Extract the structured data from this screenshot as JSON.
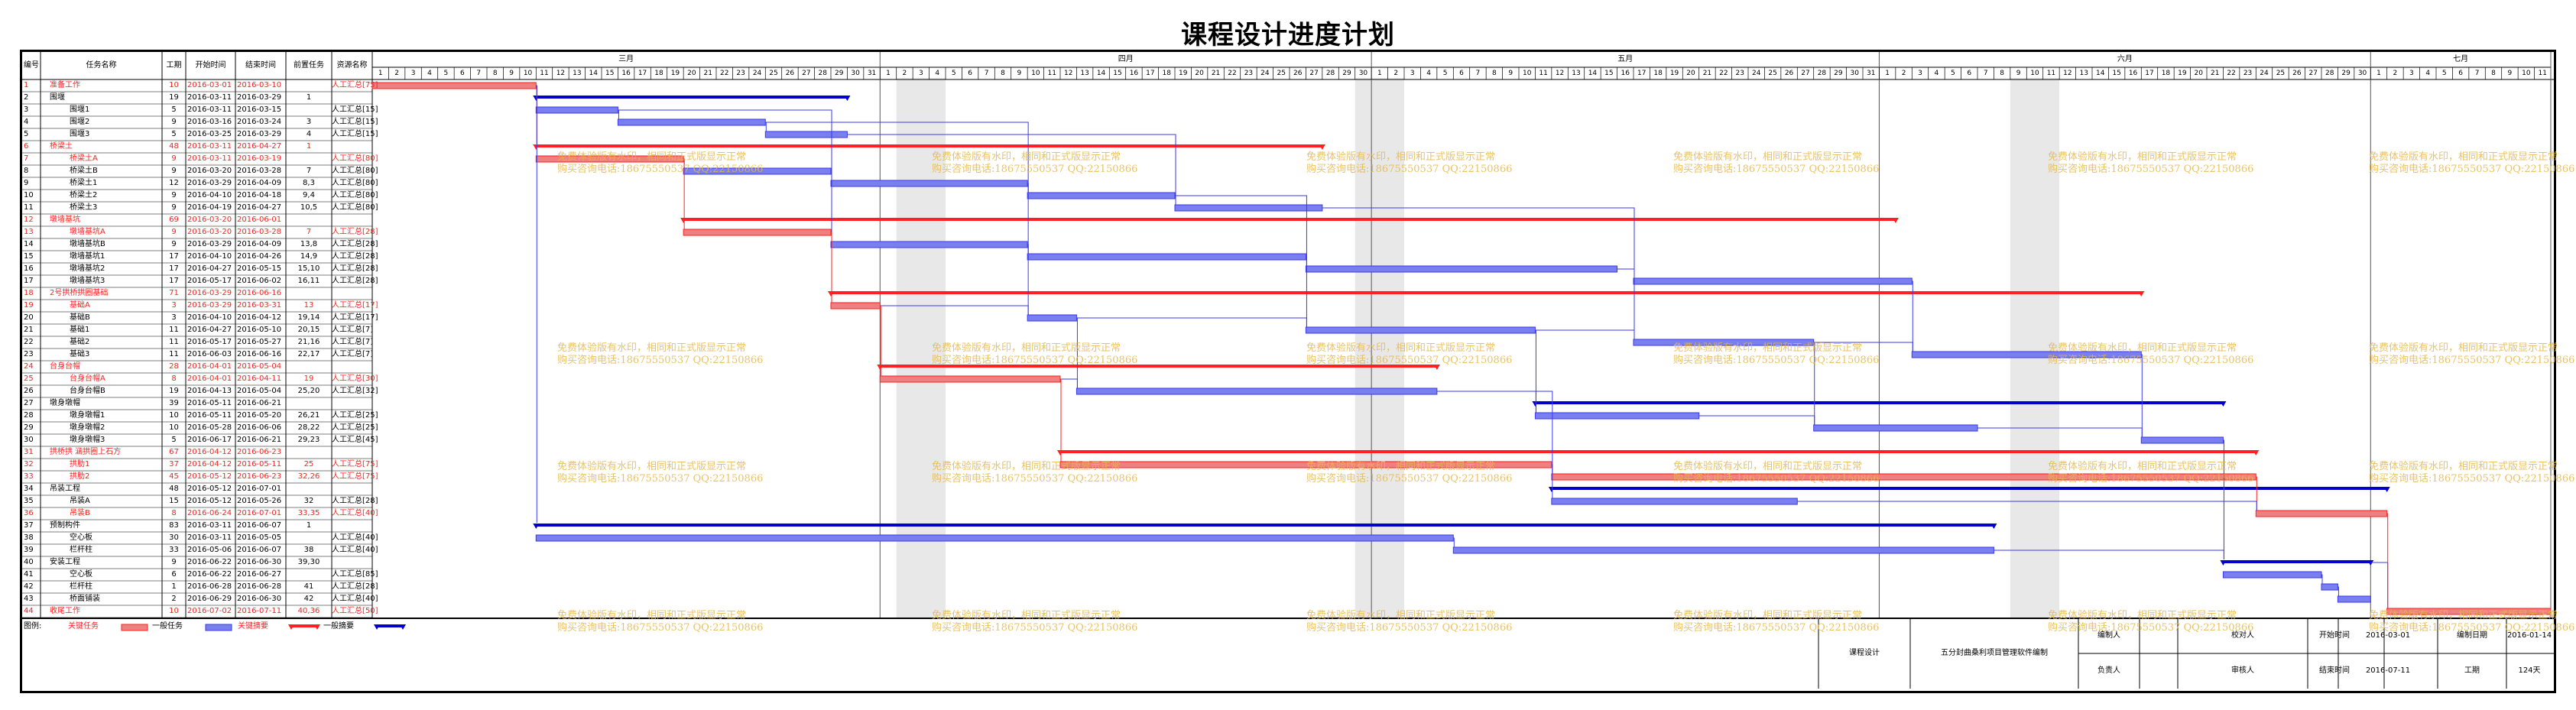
{
  "title": "课程设计进度计划",
  "columns": [
    "编号",
    "任务名称",
    "工期",
    "开始时间",
    "结束时间",
    "前置任务",
    "资源名称"
  ],
  "months": [
    {
      "label": "三月",
      "days": 31
    },
    {
      "label": "四月",
      "days": 30
    },
    {
      "label": "五月",
      "days": 31
    },
    {
      "label": "六月",
      "days": 30
    },
    {
      "label": "七月",
      "days": 11
    }
  ],
  "chart_start": "2016-03-01",
  "weekend_shades": [
    [
      "2016-04-02",
      "2016-04-04"
    ],
    [
      "2016-04-30",
      "2016-05-02"
    ],
    [
      "2016-06-09",
      "2016-06-11"
    ]
  ],
  "rows": [
    {
      "id": "1",
      "name": "准备工作",
      "indent": 0,
      "dur": "10",
      "start": "2016-03-01",
      "end": "2016-03-10",
      "pred": "",
      "res": "人工汇总[75]",
      "red": true,
      "kind": "crit"
    },
    {
      "id": "2",
      "name": "围堰",
      "indent": 0,
      "dur": "19",
      "start": "2016-03-11",
      "end": "2016-03-29",
      "pred": "1",
      "res": "",
      "red": false,
      "kind": "sum"
    },
    {
      "id": "3",
      "name": "围堰1",
      "indent": 1,
      "dur": "5",
      "start": "2016-03-11",
      "end": "2016-03-15",
      "pred": "",
      "res": "人工汇总[15]",
      "red": false,
      "kind": "task"
    },
    {
      "id": "4",
      "name": "围堰2",
      "indent": 1,
      "dur": "9",
      "start": "2016-03-16",
      "end": "2016-03-24",
      "pred": "3",
      "res": "人工汇总[15]",
      "red": false,
      "kind": "task"
    },
    {
      "id": "5",
      "name": "围堰3",
      "indent": 1,
      "dur": "5",
      "start": "2016-03-25",
      "end": "2016-03-29",
      "pred": "4",
      "res": "人工汇总[15]",
      "red": false,
      "kind": "task"
    },
    {
      "id": "6",
      "name": "桥梁土",
      "indent": 0,
      "dur": "48",
      "start": "2016-03-11",
      "end": "2016-04-27",
      "pred": "1",
      "res": "",
      "red": true,
      "kind": "critsum"
    },
    {
      "id": "7",
      "name": "桥梁土A",
      "indent": 1,
      "dur": "9",
      "start": "2016-03-11",
      "end": "2016-03-19",
      "pred": "",
      "res": "人工汇总[80]",
      "red": true,
      "kind": "crit"
    },
    {
      "id": "8",
      "name": "桥梁土B",
      "indent": 1,
      "dur": "9",
      "start": "2016-03-20",
      "end": "2016-03-28",
      "pred": "7",
      "res": "人工汇总[80]",
      "red": false,
      "kind": "task"
    },
    {
      "id": "9",
      "name": "桥梁土1",
      "indent": 1,
      "dur": "12",
      "start": "2016-03-29",
      "end": "2016-04-09",
      "pred": "8,3",
      "res": "人工汇总[80]",
      "red": false,
      "kind": "task"
    },
    {
      "id": "10",
      "name": "桥梁土2",
      "indent": 1,
      "dur": "9",
      "start": "2016-04-10",
      "end": "2016-04-18",
      "pred": "9,4",
      "res": "人工汇总[80]",
      "red": false,
      "kind": "task"
    },
    {
      "id": "11",
      "name": "桥梁土3",
      "indent": 1,
      "dur": "9",
      "start": "2016-04-19",
      "end": "2016-04-27",
      "pred": "10,5",
      "res": "人工汇总[80]",
      "red": false,
      "kind": "task"
    },
    {
      "id": "12",
      "name": "墩墙基坑",
      "indent": 0,
      "dur": "69",
      "start": "2016-03-20",
      "end": "2016-06-01",
      "pred": "",
      "res": "",
      "red": true,
      "kind": "critsum"
    },
    {
      "id": "13",
      "name": "墩墙基坑A",
      "indent": 1,
      "dur": "9",
      "start": "2016-03-20",
      "end": "2016-03-28",
      "pred": "7",
      "res": "人工汇总[28]",
      "red": true,
      "kind": "crit"
    },
    {
      "id": "14",
      "name": "墩墙基坑B",
      "indent": 1,
      "dur": "9",
      "start": "2016-03-29",
      "end": "2016-04-09",
      "pred": "13,8",
      "res": "人工汇总[28]",
      "red": false,
      "kind": "task"
    },
    {
      "id": "15",
      "name": "墩墙基坑1",
      "indent": 1,
      "dur": "17",
      "start": "2016-04-10",
      "end": "2016-04-26",
      "pred": "14,9",
      "res": "人工汇总[28]",
      "red": false,
      "kind": "task"
    },
    {
      "id": "16",
      "name": "墩墙基坑2",
      "indent": 1,
      "dur": "17",
      "start": "2016-04-27",
      "end": "2016-05-15",
      "pred": "15,10",
      "res": "人工汇总[28]",
      "red": false,
      "kind": "task"
    },
    {
      "id": "17",
      "name": "墩墙基坑3",
      "indent": 1,
      "dur": "17",
      "start": "2016-05-17",
      "end": "2016-06-02",
      "pred": "16,11",
      "res": "人工汇总[28]",
      "red": false,
      "kind": "task"
    },
    {
      "id": "18",
      "name": "2号拱桥拱圈基础",
      "indent": 0,
      "dur": "71",
      "start": "2016-03-29",
      "end": "2016-06-16",
      "pred": "",
      "res": "",
      "red": true,
      "kind": "critsum"
    },
    {
      "id": "19",
      "name": "基础A",
      "indent": 1,
      "dur": "3",
      "start": "2016-03-29",
      "end": "2016-03-31",
      "pred": "13",
      "res": "人工汇总[17]",
      "red": true,
      "kind": "crit"
    },
    {
      "id": "20",
      "name": "基础B",
      "indent": 1,
      "dur": "3",
      "start": "2016-04-10",
      "end": "2016-04-12",
      "pred": "19,14",
      "res": "人工汇总[17]",
      "red": false,
      "kind": "task"
    },
    {
      "id": "21",
      "name": "基础1",
      "indent": 1,
      "dur": "11",
      "start": "2016-04-27",
      "end": "2016-05-10",
      "pred": "20,15",
      "res": "人工汇总[7]",
      "red": false,
      "kind": "task"
    },
    {
      "id": "22",
      "name": "基础2",
      "indent": 1,
      "dur": "11",
      "start": "2016-05-17",
      "end": "2016-05-27",
      "pred": "21,16",
      "res": "人工汇总[7]",
      "red": false,
      "kind": "task"
    },
    {
      "id": "23",
      "name": "基础3",
      "indent": 1,
      "dur": "11",
      "start": "2016-06-03",
      "end": "2016-06-16",
      "pred": "22,17",
      "res": "人工汇总[7]",
      "red": false,
      "kind": "task"
    },
    {
      "id": "24",
      "name": "台身台帽",
      "indent": 0,
      "dur": "28",
      "start": "2016-04-01",
      "end": "2016-05-04",
      "pred": "",
      "res": "",
      "red": true,
      "kind": "critsum"
    },
    {
      "id": "25",
      "name": "台身台帽A",
      "indent": 1,
      "dur": "8",
      "start": "2016-04-01",
      "end": "2016-04-11",
      "pred": "19",
      "res": "人工汇总[30]",
      "red": true,
      "kind": "crit"
    },
    {
      "id": "26",
      "name": "台身台帽B",
      "indent": 1,
      "dur": "19",
      "start": "2016-04-13",
      "end": "2016-05-04",
      "pred": "25,20",
      "res": "人工汇总[32]",
      "red": false,
      "kind": "task"
    },
    {
      "id": "27",
      "name": "墩身墩帽",
      "indent": 0,
      "dur": "39",
      "start": "2016-05-11",
      "end": "2016-06-21",
      "pred": "",
      "res": "",
      "red": false,
      "kind": "sum"
    },
    {
      "id": "28",
      "name": "墩身墩帽1",
      "indent": 1,
      "dur": "10",
      "start": "2016-05-11",
      "end": "2016-05-20",
      "pred": "26,21",
      "res": "人工汇总[25]",
      "red": false,
      "kind": "task"
    },
    {
      "id": "29",
      "name": "墩身墩帽2",
      "indent": 1,
      "dur": "10",
      "start": "2016-05-28",
      "end": "2016-06-06",
      "pred": "28,22",
      "res": "人工汇总[25]",
      "red": false,
      "kind": "task"
    },
    {
      "id": "30",
      "name": "墩身墩帽3",
      "indent": 1,
      "dur": "5",
      "start": "2016-06-17",
      "end": "2016-06-21",
      "pred": "29,23",
      "res": "人工汇总[45]",
      "red": false,
      "kind": "task"
    },
    {
      "id": "31",
      "name": "拱桥拱 涵拱圈上石方",
      "indent": 0,
      "dur": "67",
      "start": "2016-04-12",
      "end": "2016-06-23",
      "pred": "",
      "res": "",
      "red": true,
      "kind": "critsum"
    },
    {
      "id": "32",
      "name": "拱肋1",
      "indent": 1,
      "dur": "37",
      "start": "2016-04-12",
      "end": "2016-05-11",
      "pred": "25",
      "res": "人工汇总[75]",
      "red": true,
      "kind": "crit"
    },
    {
      "id": "33",
      "name": "拱肋2",
      "indent": 1,
      "dur": "45",
      "start": "2016-05-12",
      "end": "2016-06-23",
      "pred": "32,26",
      "res": "人工汇总[75]",
      "red": true,
      "kind": "crit"
    },
    {
      "id": "34",
      "name": "吊装工程",
      "indent": 0,
      "dur": "48",
      "start": "2016-05-12",
      "end": "2016-07-01",
      "pred": "",
      "res": "",
      "red": false,
      "kind": "sum"
    },
    {
      "id": "35",
      "name": "吊装A",
      "indent": 1,
      "dur": "15",
      "start": "2016-05-12",
      "end": "2016-05-26",
      "pred": "32",
      "res": "人工汇总[28]",
      "red": false,
      "kind": "task"
    },
    {
      "id": "36",
      "name": "吊装B",
      "indent": 1,
      "dur": "8",
      "start": "2016-06-24",
      "end": "2016-07-01",
      "pred": "33,35",
      "res": "人工汇总[40]",
      "red": true,
      "kind": "crit"
    },
    {
      "id": "37",
      "name": "预制构件",
      "indent": 0,
      "dur": "83",
      "start": "2016-03-11",
      "end": "2016-06-07",
      "pred": "1",
      "res": "",
      "red": false,
      "kind": "sum"
    },
    {
      "id": "38",
      "name": "空心板",
      "indent": 1,
      "dur": "30",
      "start": "2016-03-11",
      "end": "2016-05-05",
      "pred": "",
      "res": "人工汇总[40]",
      "red": false,
      "kind": "task"
    },
    {
      "id": "39",
      "name": "栏杆柱",
      "indent": 1,
      "dur": "33",
      "start": "2016-05-06",
      "end": "2016-06-07",
      "pred": "38",
      "res": "人工汇总[40]",
      "red": false,
      "kind": "task"
    },
    {
      "id": "40",
      "name": "安装工程",
      "indent": 0,
      "dur": "9",
      "start": "2016-06-22",
      "end": "2016-06-30",
      "pred": "39,30",
      "res": "",
      "red": false,
      "kind": "sum"
    },
    {
      "id": "41",
      "name": "空心板",
      "indent": 1,
      "dur": "6",
      "start": "2016-06-22",
      "end": "2016-06-27",
      "pred": "",
      "res": "人工汇总[85]",
      "red": false,
      "kind": "task"
    },
    {
      "id": "42",
      "name": "栏杆柱",
      "indent": 1,
      "dur": "1",
      "start": "2016-06-28",
      "end": "2016-06-28",
      "pred": "41",
      "res": "人工汇总[28]",
      "red": false,
      "kind": "task"
    },
    {
      "id": "43",
      "name": "桥面铺装",
      "indent": 1,
      "dur": "2",
      "start": "2016-06-29",
      "end": "2016-06-30",
      "pred": "42",
      "res": "人工汇总[40]",
      "red": false,
      "kind": "task"
    },
    {
      "id": "44",
      "name": "收尾工作",
      "indent": 0,
      "dur": "10",
      "start": "2016-07-02",
      "end": "2016-07-11",
      "pred": "40,36",
      "res": "人工汇总[50]",
      "red": true,
      "kind": "crit"
    }
  ],
  "legend": {
    "title": "图例:",
    "items": [
      "关键任务",
      "一般任务",
      "关键摘要",
      "一般摘要"
    ]
  },
  "watermark": {
    "line1": "免费体验版有水印，相同和正式版显示正常",
    "line2": "购买咨询电话:18675550537 QQ:22150866"
  },
  "titleblock": {
    "course_label": "课程设计",
    "project_name": "五分封曲桑利项目管理软件编制",
    "editor_label": "编制人",
    "reviewer_label": "校对人",
    "owner_label": "负责人",
    "auditor_label": "审核人",
    "start_label": "开始时间",
    "start_value": "2016-03-01",
    "date_label": "编制日期",
    "date_value": "2016-01-14",
    "end_label": "结束时间",
    "end_value": "2016-07-11",
    "period_label": "工期",
    "period_value": "124天"
  },
  "colors": {
    "critical": "#ff2020",
    "normal": "#3a3aee",
    "summary": "#0000cc",
    "crit_bar": "#f08080",
    "norm_bar": "#7a7ff0"
  }
}
